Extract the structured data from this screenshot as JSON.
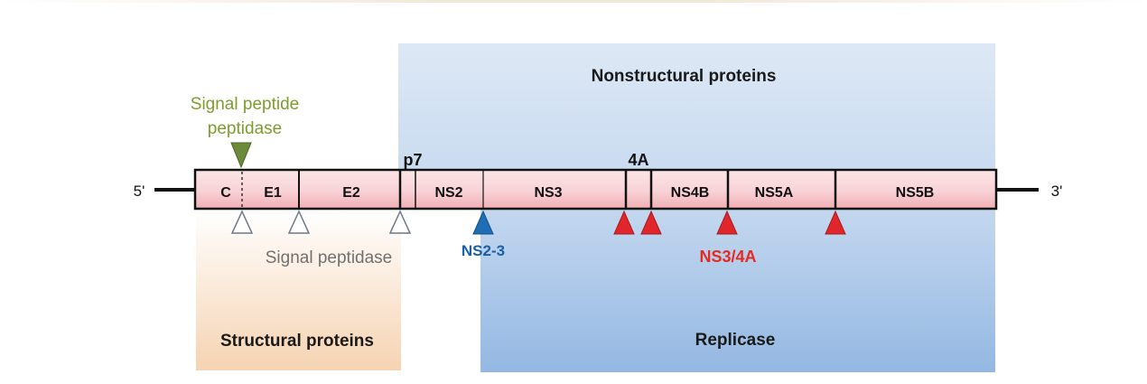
{
  "labels": {
    "nonstructural": "Nonstructural proteins",
    "replicase": "Replicase",
    "structural": "Structural proteins",
    "signal_peptide_peptidase_line1": "Signal peptide",
    "signal_peptide_peptidase_line2": "peptidase",
    "signal_peptidase": "Signal peptidase",
    "ns2_3": "NS2-3",
    "ns3_4a": "NS3/4A",
    "five_prime": "5'",
    "three_prime": "3'",
    "p7": "p7",
    "four_a": "4A"
  },
  "segments": [
    "C",
    "E1",
    "E2",
    "NS2",
    "NS3",
    "NS4B",
    "NS5A",
    "NS5B"
  ],
  "colors": {
    "nonstructural_top": "#dbe7f5",
    "nonstructural_bottom": "#9dbfe6",
    "structural_top": "#ffffff",
    "structural_bottom": "#f6d5b6",
    "polyprotein_fill_top": "#fbe2e4",
    "polyprotein_fill_bottom": "#f3b6bc",
    "green_marker": "#6b8a3a",
    "green_text": "#7d9c2e",
    "blue_marker": "#1f6db5",
    "blue_text": "#1660aa",
    "red_marker": "#e0262b",
    "red_text": "#e62a22",
    "gray_text": "#707070",
    "outline": "#111111"
  }
}
